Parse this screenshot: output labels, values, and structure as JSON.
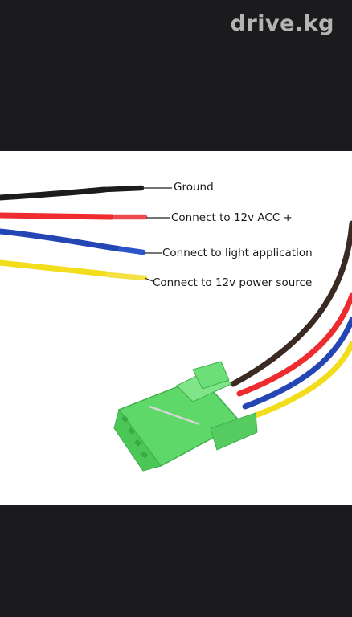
{
  "watermark": "drive.kg",
  "labels": {
    "ground": "Ground",
    "acc": "Connect to 12v ACC +",
    "light": "Connect to light application",
    "power": "Connect to 12v power source"
  },
  "colors": {
    "black_wire": "#1c1c1c",
    "red_wire": "#ee2b2f",
    "blue_wire": "#2446b4",
    "yellow_wire": "#f2dd1c",
    "brown_wire": "#3a2a22",
    "connector": "#5fd86a",
    "background": "#ffffff",
    "frame": "#1b1b1d"
  }
}
